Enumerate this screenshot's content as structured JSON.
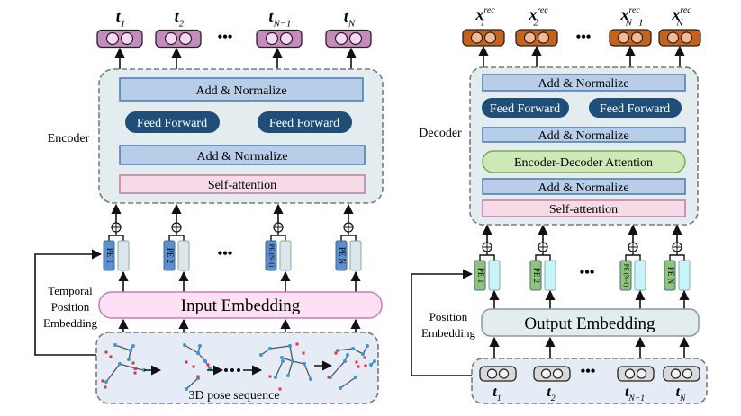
{
  "encoder": {
    "label": "Encoder",
    "outputs": [
      {
        "base": "t",
        "sub": "1"
      },
      {
        "base": "t",
        "sub": "2"
      },
      {
        "base": "t",
        "sub": "N−1"
      },
      {
        "base": "t",
        "sub": "N"
      }
    ],
    "ellipsis": "•••",
    "layers": {
      "add_norm_top": "Add & Normalize",
      "feed_forward_1": "Feed Forward",
      "feed_forward_2": "Feed Forward",
      "add_norm_bottom": "Add & Normalize",
      "self_attention": "Self-attention"
    },
    "pe_labels": [
      "PE 1",
      "PE 2",
      "PE (N-1)",
      "PE N"
    ],
    "input_embedding": "Input Embedding",
    "side_label": [
      "Temporal",
      "Position",
      "Embedding"
    ],
    "pose_caption": "3D pose sequence"
  },
  "decoder": {
    "label": "Decoder",
    "outputs": [
      {
        "base": "x",
        "sub": "1",
        "sup": "rec"
      },
      {
        "base": "x",
        "sub": "2",
        "sup": "rec"
      },
      {
        "base": "x",
        "sub": "N−1",
        "sup": "rec"
      },
      {
        "base": "x",
        "sub": "N",
        "sup": "rec"
      }
    ],
    "ellipsis": "•••",
    "layers": {
      "add_norm_top": "Add & Normalize",
      "feed_forward_1": "Feed Forward",
      "feed_forward_2": "Feed Forward",
      "add_norm_mid": "Add & Normalize",
      "enc_dec_attention": "Encoder-Decoder Attention",
      "add_norm_bottom": "Add & Normalize",
      "self_attention": "Self-attention"
    },
    "pe_labels": [
      "PE 1",
      "PE 2",
      "PE (N-1)",
      "PE N"
    ],
    "output_embedding": "Output Embedding",
    "side_label": [
      "Position",
      "Embedding"
    ],
    "inputs": [
      {
        "base": "t",
        "sub": "1"
      },
      {
        "base": "t",
        "sub": "2"
      },
      {
        "base": "t",
        "sub": "N−1"
      },
      {
        "base": "t",
        "sub": "N"
      }
    ]
  },
  "colors": {
    "token_purple": "#c58bbd",
    "token_purple_dot": "#f7d8f2",
    "token_orange": "#c8621a",
    "token_orange_dot": "#f6b891",
    "token_gray": "#d9d9d9",
    "add_norm": "#b8cde8",
    "add_norm_border": "#4a7ab0",
    "feed_forward": "#1f4e79",
    "self_attn": "#f5dbe6",
    "self_attn_border": "#c07aa8",
    "enc_dec_attn": "#cfe8b8",
    "enc_dec_attn_border": "#7aa85a",
    "block_bg": "#e3edf0",
    "input_embed": "#fde0f3",
    "input_embed_border": "#c97ab5",
    "output_embed": "#e3edf0",
    "pe_blue": "#5b8fd0",
    "pe_green": "#8fc57a",
    "vec_gray": "#dde6ea",
    "vec_cyan": "#c8f6f8",
    "pose_bg": "#e6ecf6",
    "joint_blue": "#3b9ad9",
    "joint_red": "#e0303a"
  }
}
